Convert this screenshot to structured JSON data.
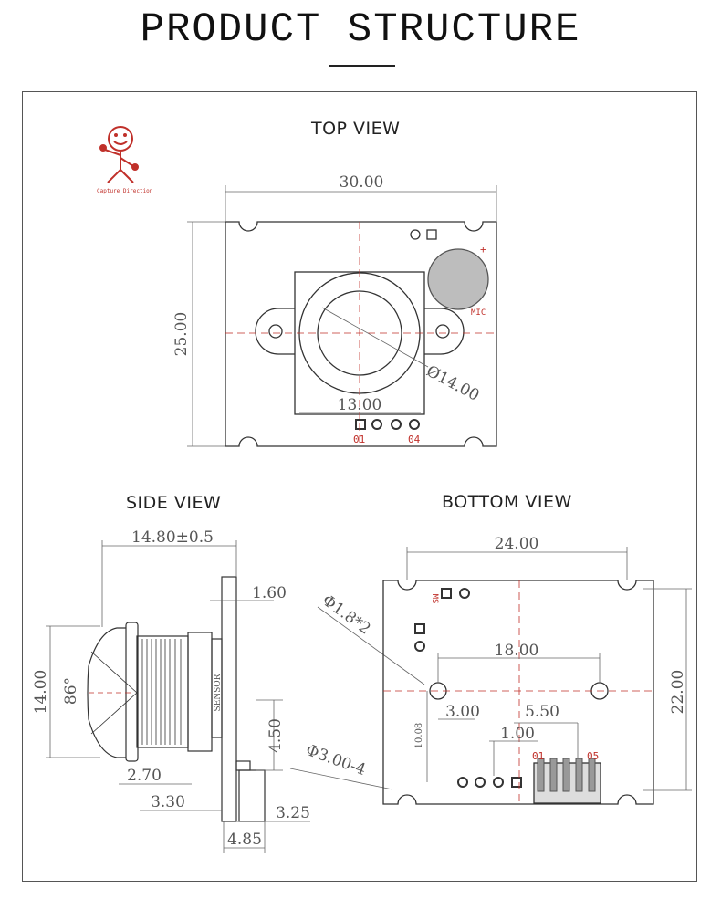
{
  "header": {
    "title": "PRODUCT STRUCTURE"
  },
  "views": {
    "top": "TOP VIEW",
    "side": "SIDE VIEW",
    "bottom": "BOTTOM  VIEW"
  },
  "logo_text": "Capture Direction",
  "top_view": {
    "width": "30.00",
    "height": "25.00",
    "lens_dia": "Ø14.00",
    "lens_width": "13.00",
    "mic": "MIC",
    "mic_plus": "+",
    "pin_first": "01",
    "pin_last": "04"
  },
  "side_view": {
    "length": "14.80±0.5",
    "pcb": "1.60",
    "lens": "14.00",
    "angle": "86°",
    "conn_h": "4.50",
    "d1": "2.70",
    "d2": "3.30",
    "d3": "3.25",
    "d4": "4.85",
    "sensor": "SENSOR",
    "hole_small": "Φ1.8*2",
    "hole_big": "Φ3.00-4"
  },
  "bottom_view": {
    "width": "24.00",
    "height": "22.00",
    "hole_spacing": "18.00",
    "offset": "3.00",
    "conn_pos": "5.50",
    "pitch": "1.00",
    "vert": "10.08",
    "ms": "MS",
    "pin_first": "01",
    "pin_last": "05"
  }
}
